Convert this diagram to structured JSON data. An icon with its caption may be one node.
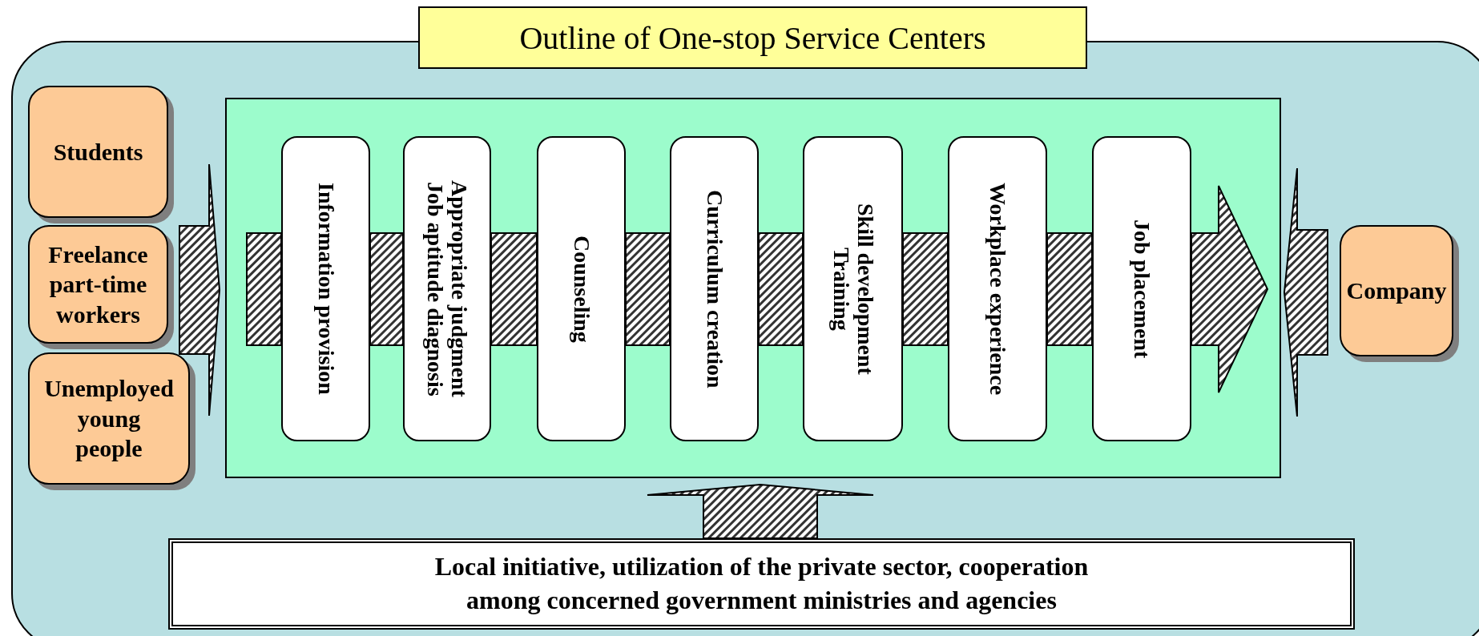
{
  "diagram": {
    "title": "Outline of One-stop Service Centers",
    "nodes": [
      {
        "text": [],
        "shape": "box"
      },
      {
        "text": [
          "Students"
        ],
        "in": 0
      },
      {
        "text": [
          "Freelance part-time workers"
        ],
        "in": 0
      },
      {
        "text": [
          "Unemployed young people"
        ],
        "in": 0
      },
      {
        "text": [],
        "shape": "box",
        "in": 0
      },
      {
        "text": [
          "Information provision"
        ],
        "in": 4
      },
      {
        "text": [
          "Appropriate judgment Job aptitude diagnosis"
        ],
        "in": 4
      },
      {
        "text": [
          "Counseling"
        ],
        "in": 4
      },
      {
        "text": [
          "Curriculum creation"
        ],
        "in": 4
      },
      {
        "text": [
          "Skill development Training"
        ],
        "in": 4
      },
      {
        "text": [
          "Workplace experience"
        ],
        "in": 4
      },
      {
        "text": [
          "Job placement"
        ],
        "in": 4
      },
      {
        "text": [
          "Company"
        ],
        "in": 0
      },
      {
        "text": [
          "Local initiative, utilization of the private sector, cooperation among concerned government ministries and agencies"
        ],
        "in": 0
      }
    ],
    "edges": [
      {
        "from": 1,
        "to": 4,
        "arrow": "to"
      },
      {
        "from": 2,
        "to": 4,
        "arrow": "to"
      },
      {
        "from": 3,
        "to": 4,
        "arrow": "to"
      },
      {
        "from": 12,
        "to": 4,
        "arrow": "to"
      },
      {
        "from": 13,
        "to": 4,
        "arrow": "to"
      },
      {
        "from": null,
        "to": 5,
        "arrow": "none"
      },
      {
        "from": 5,
        "to": 6,
        "arrow": "none"
      },
      {
        "from": 6,
        "to": 7,
        "arrow": "none"
      },
      {
        "from": 7,
        "to": 8,
        "arrow": "none"
      },
      {
        "from": 8,
        "to": 9,
        "arrow": "none"
      },
      {
        "from": 9,
        "to": 10,
        "arrow": "none"
      },
      {
        "from": 10,
        "to": 11,
        "arrow": "none"
      },
      {
        "from": 11,
        "to": null,
        "arrow": "to"
      }
    ]
  }
}
